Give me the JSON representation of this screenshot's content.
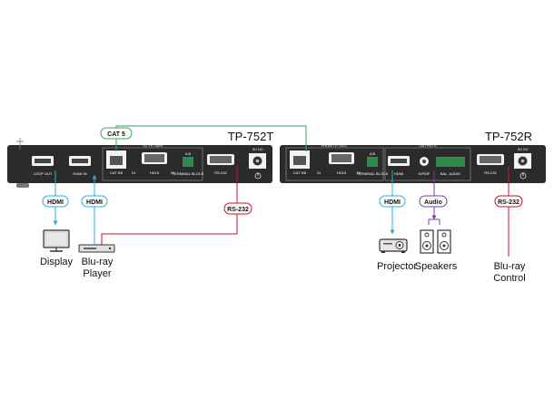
{
  "devices": {
    "left": {
      "model": "TP-752T",
      "section_label": "TO TP-752R",
      "ports": {
        "loop_out": "LOOP OUT",
        "hdmi_in": "HDMI IN",
        "cat": "CAT 5/6",
        "or1": "Or",
        "or2": "Or",
        "hd15": "HD15",
        "terminal": "TERMINAL BLOCK",
        "ab": "A  B",
        "rs232": "RS-232",
        "power": "5V DC"
      }
    },
    "right": {
      "model": "TP-752R",
      "section_label": "FROM TP-752T",
      "outputs_label": "OUTPUTS",
      "ports": {
        "cat": "CAT 5/6",
        "or1": "Or",
        "or2": "Or",
        "hd15": "HD15",
        "terminal": "TERMINAL BLOCK",
        "ab": "A  B",
        "hdmi": "HDMI",
        "spdif": "S/PDIF",
        "bal_audio": "BAL. AUDIO",
        "rs232": "RS-232",
        "power": "5V DC"
      }
    }
  },
  "cables": {
    "cat5": "CAT 5",
    "hdmi_display": "HDMI",
    "hdmi_player": "HDMI",
    "rs232_left": "RS-232",
    "hdmi_projector": "HDMI",
    "audio": "Audio",
    "rs232_right": "RS-232"
  },
  "endpoints": {
    "display": "Display",
    "bluray_player_1": "Blu-ray",
    "bluray_player_2": "Player",
    "projector": "Projector",
    "speakers": "Speakers",
    "bluray_control_1": "Blu-ray",
    "bluray_control_2": "Control"
  },
  "colors": {
    "hdmi": "#29abe2",
    "cat5": "#3aa35c",
    "rs232": "#c8102e",
    "audio": "#7b3fa0",
    "panel": "#2b2b2b"
  }
}
